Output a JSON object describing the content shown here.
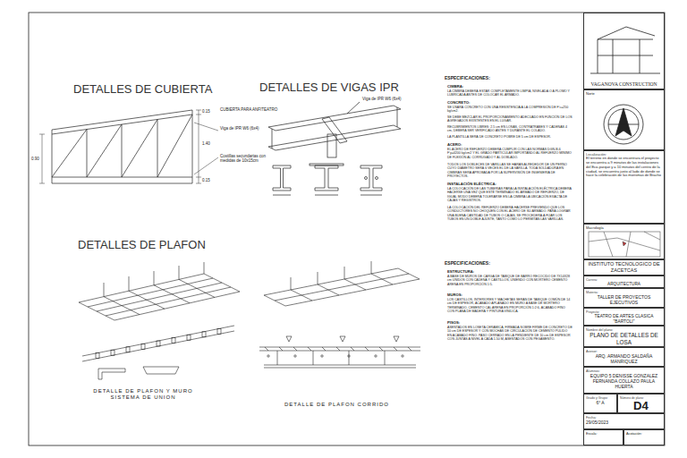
{
  "diagram": {
    "nodes": [
      {
        "text": [
          "VAGANOVA CONSTRUCTION"
        ]
      },
      {
        "text": [
          "Norte"
        ]
      },
      {
        "text": [
          "Localización:",
          "El terreno en donde se encontrara el proyecto se encuentra a 9 minutos de las instalaciones del Eco-parque y a 10 minutos del centro de la ciudad, se encuentra justo al lado de donde se hace la celebración de las morismas de Bracho"
        ]
      },
      {
        "text": [
          "Macrología"
        ]
      },
      {
        "text": [
          "INSTITUTO TECNOLOGICO DE ZACETCAS"
        ]
      },
      {
        "text": [
          "Carrera:",
          "ARQUITECTURA"
        ]
      },
      {
        "text": [
          "Materia:",
          "TALLER DE PROYECTOS EJECUTIVOS"
        ]
      },
      {
        "text": [
          "Proyecto:",
          "TEATRO DE ARTES CLASICA \"BARTOLI\""
        ]
      },
      {
        "text": [
          "Nombre del plano:",
          "PLANO DE DETALLES DE LOSA"
        ]
      },
      {
        "text": [
          "Asesor:",
          "ARQ. ARMANDO SALDAÑA MANRIQUEZ"
        ]
      },
      {
        "text": [
          "Alumnos:",
          "EQUIPO 5 DENISSE GONZALEZ FERNANDA COLLAZO PAULA HUERTA"
        ]
      },
      {
        "text": [
          "Grado y Grupo:",
          "6° A"
        ]
      },
      {
        "text": [
          "Número de plano:",
          "D4"
        ]
      },
      {
        "text": [
          "Fecha:",
          "29/05/2023"
        ]
      },
      {
        "text": [
          "Escala:"
        ]
      },
      {
        "text": [
          "Acotación:"
        ]
      }
    ],
    "labels": [
      "DETALLES DE CUBIERTA",
      "CUBIERTA PARA ANFITEATRO",
      "0.15",
      "Viga de IPR W6 (6x4)",
      "1.40",
      "Costillas secundarias con medidas de 10x15cm",
      "0.90",
      "0.15",
      "DETALLES DE VIGAS IPR",
      "Viga de IPR W6 (6x4)",
      "DETALLES DE PLAFON",
      "DETALLE DE PLAFON Y MURO SISTEMA DE UNION",
      "DETALLE DE PLAFON CORRIDO",
      "ESPECIFICACIONES:",
      "CIMBRA:",
      "LA CIMBRA DEBERÁ ESTAR COMPLETAMENTE LIMPIA, NIVELADA O A PLOMO Y LUBRICADA ANTES DE COLOCAR EL ARMADO.",
      "CONCRETO:",
      "SE USARÁ CONCRETO CON UNA RESISTENCIA A LA COMPRESIÓN DE F'c=250 kg/cm2.",
      "SE DEBE MEZCLAR EL PROPORCIONAMIENTO ADECUADO EN FUNCIÓN DE LOS AGREGADOS EXISTENTES EN EL LUGAR.",
      "RECUBRIMIENTOS LIBRES: 2.5 cm EN LOSAS, CONTRATRABES Y CADENAS 4 cm, DEBERÁ SER VERIFICADO ANTES Y DURANTE EL COLADO.",
      "LA PLANTILLA SERÁ DE CONCRETO POBRE DE 5 cm DE ESPESOR.",
      "ACERO:",
      "EL ACERO DE REFUERZO DEBERÁ CUMPLIR CON LAS NORMAS DGN-B-6 F'y=4200 kg/cm2 Y EL GRADO PARTICULAR IMPORTANDO AL REFUERZO MINIMO DE FLEXIÓN AL CORRUGADO Y AL DOBLADO.",
      "TODOS LOS DOBLECES DE VARILLAS SE HARÁN ALREDEDOR DE UN PERNO CUYO DIÁMETRO SERÁ 6 VECES EL DE LA VARILLA. TODA SOLDADURA EN CIMBRAS SERÁ APROBADA POR LA SUPERVISIÓN DE INGENIERÍA DE PROYECTOS.",
      "INSTALACIÓN ELÉCTRICA:",
      "LA COLOCACIÓN DE LAS TUBERÍAS PARA LA INSTALACIÓN ELÉCTRICA DEBERÁ HACERSE UNA VEZ QUE ESTÉ TERMINADO EL ARMADO DE REFUERZO, DE IGUAL MODO DEBERÁ TOLERARSE EN LA CIMBRA LA UBICACIÓN EXACTA DE CAJAS Y REGISTROS.",
      "LA COLOCACIÓN DEL REFUERZO DEBERÁ HACERSE PREVIENDO QUE LOS CONDUCTORES NO CHOQUEN CON EL ACERO DE SU ARMADO. PARA LOGRAR UNA BUENA CANTIDAD DE TUBOS O CAJAS, SE PROCEDERÁ A FIJAR LOS TUBOS EN UN DOBLE AJUSTE, TANTO COMO LO PERMITAN LAS VARILLAS.",
      "ESPECIFICACIONES:",
      "ESTRUCTURA:",
      "A BASE DE MUROS DE CARGA DE TABIQUE DE BARRO RECOCIDO DE 7X14X28 cm UNIDOS CON CADENA Y CASTILLOS, UNIENDO CON MORTERO CEMENTO ARENA EN PROPORCIÓN 1:5.",
      "MUROS:",
      "LOS CASTILLOS, INTERIORES Y MACHETAS SERÁN DE TABIQUE COMÚN DE 14 cm DE ESPESOR, ACABADO APLANADO EN MURO A BASE DE MORTERO TERMINADO, CEMENTO CAL ARENA EN PROPORCIÓN 1:2:6, ACABADO FINO CON PLANA DE MADERA Y PINTURA VINÍLICA.",
      "PISOS:",
      "ASENTADOS EN LOSETA CERÁMICA, FIRMADA SOBRE FIRME DE CONCRETO DE 10 cm DE ESPESOR Y CON MOCHAS DE CIRCULACIÓN DE CEMENTO PULIDO EN ACABADO FINO. PASO CERRADO EN LA PENDIENTE DE 10 cm DE ESPESOR CON JUNTAS A NIVEL A CADA 1.50 M, ASENTADOS CON PEGAMENTO."
    ]
  }
}
